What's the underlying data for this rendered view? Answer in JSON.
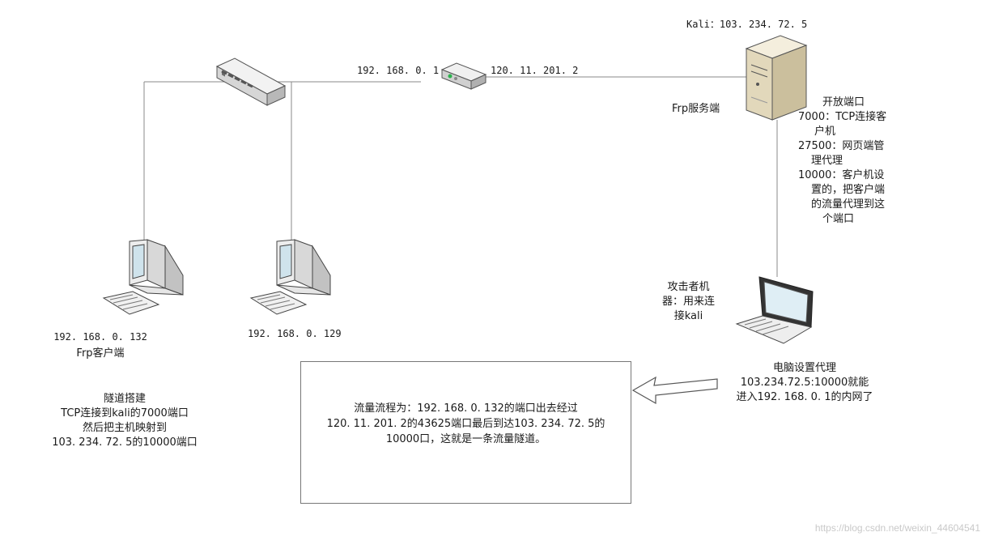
{
  "router": {
    "lan_ip": "192. 168. 0. 1",
    "wan_ip": "120. 11. 201. 2"
  },
  "server": {
    "title": "Kali：103. 234. 72. 5",
    "role": "Frp服务端",
    "ports_lines": [
      "开放端口",
      "7000：TCP连接客",
      "户机",
      "27500：网页端管",
      "理代理",
      "10000：客户机设",
      "置的，把客户端",
      "的流量代理到这",
      "个端口"
    ]
  },
  "attacker": {
    "label_lines": [
      "攻击者机",
      "器：用来连",
      "接kali"
    ],
    "proxy_lines": [
      "电脑设置代理",
      "103.234.72.5:10000就能",
      "进入192. 168. 0. 1的内网了"
    ]
  },
  "client1": {
    "ip": "192. 168. 0. 132",
    "role": "Frp客户端"
  },
  "client2": {
    "ip": "192. 168. 0. 129"
  },
  "tunnel_lines": [
    "隧道搭建",
    "TCP连接到kali的7000端口",
    "然后把主机映射到",
    "103. 234. 72. 5的10000端口"
  ],
  "flow_lines": [
    "流量流程为：192. 168. 0. 132的端口出去经过",
    "120. 11. 201. 2的43625端口最后到达103. 234. 72. 5的",
    "10000口，这就是一条流量隧道。"
  ],
  "watermark": "https://blog.csdn.net/weixin_44604541"
}
